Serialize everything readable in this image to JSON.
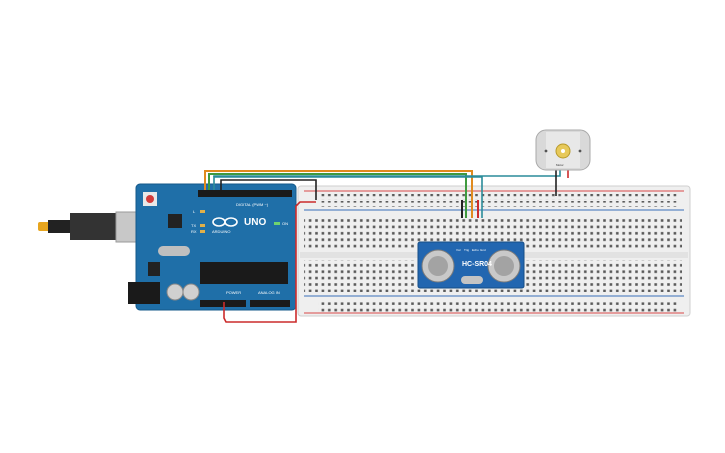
{
  "colors": {
    "board": "#1f6fa8",
    "board_dark": "#165a8a",
    "breadboard": "#f1f1f1",
    "rail_red": "#d94a4a",
    "rail_blue": "#3a6fb8",
    "wire_orange": "#e08a1e",
    "wire_green": "#3f9a3f",
    "wire_teal": "#2a8c9a",
    "wire_red": "#cc2b2b",
    "wire_black": "#222222",
    "sensor": "#2266b0",
    "motor": "#d9d9d9"
  },
  "arduino": {
    "brand": "ARDUINO",
    "model": "UNO",
    "digital_header": "DIGITAL (PWM ~)",
    "power_header": "POWER",
    "analog_header": "ANALOG IN",
    "led_l": "L",
    "led_tx": "TX",
    "led_rx": "RX",
    "led_on": "ON"
  },
  "sensor": {
    "model": "HC-SR04",
    "pins": [
      "Vcc",
      "Trig",
      "Echo",
      "Gnd"
    ]
  },
  "motor": {
    "label": "Motor"
  },
  "icons": {
    "usb_plug": "usb-plug-icon",
    "reset": "reset-button-icon",
    "arduino_logo": "infinity-logo-icon"
  }
}
